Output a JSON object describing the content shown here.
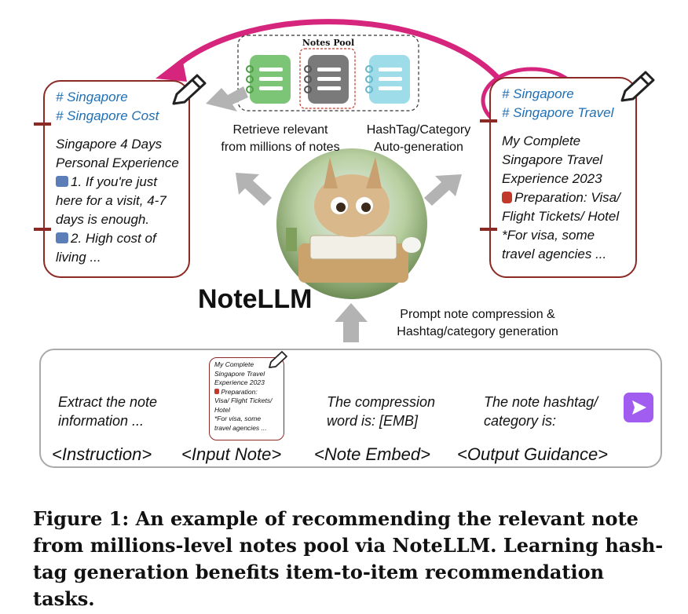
{
  "pool": {
    "title": "Notes Pool"
  },
  "left_note": {
    "tags": [
      "# Singapore",
      "# Singapore Cost"
    ],
    "lines": [
      "Singapore 4 Days",
      "Personal Experience",
      "1. If you're just",
      "here for a visit, 4-7",
      "days is enough.",
      "2. High cost of",
      "living ..."
    ]
  },
  "right_note": {
    "tags": [
      "# Singapore",
      "# Singapore Travel"
    ],
    "lines": [
      "My Complete",
      "Singapore Travel",
      "Experience 2023",
      "Preparation: Visa/",
      "Flight Tickets/ Hotel",
      "*For visa, some",
      "travel agencies ..."
    ]
  },
  "labels": {
    "retrieve": [
      "Retrieve relevant",
      "from millions of notes"
    ],
    "hashtag": [
      "HashTag/Category",
      "Auto-generation"
    ],
    "model": "NoteLLM",
    "prompt": [
      "Prompt note compression &",
      "Hashtag/category generation"
    ]
  },
  "prompt_box": {
    "instruction": [
      "Extract the note",
      "information ..."
    ],
    "mini_note": [
      "My Complete",
      "Singapore Travel",
      "Experience 2023",
      "Preparation:",
      "Visa/ Flight Tickets/",
      "Hotel",
      "*For visa, some",
      "travel agencies ..."
    ],
    "embed": [
      "The compression",
      "word is: [EMB]"
    ],
    "output": [
      "The note hashtag/",
      "category is:"
    ],
    "guide": [
      "<Instruction>",
      "<Input Note>",
      "<Note Embed>",
      "<Output Guidance>"
    ]
  },
  "caption": [
    "Figure 1: An example of recommending the relevant note",
    "from millions-level notes pool via NoteLLM. Learning hash-",
    "tag generation benefits item-to-item recommendation tasks."
  ],
  "colors": {
    "note_border": "#8b2a24",
    "tag_blue": "#1f6fb5",
    "arrow_magenta": "#d6257d",
    "arrow_gray": "#b3b3b3",
    "send_purple": "#a15cf0"
  }
}
